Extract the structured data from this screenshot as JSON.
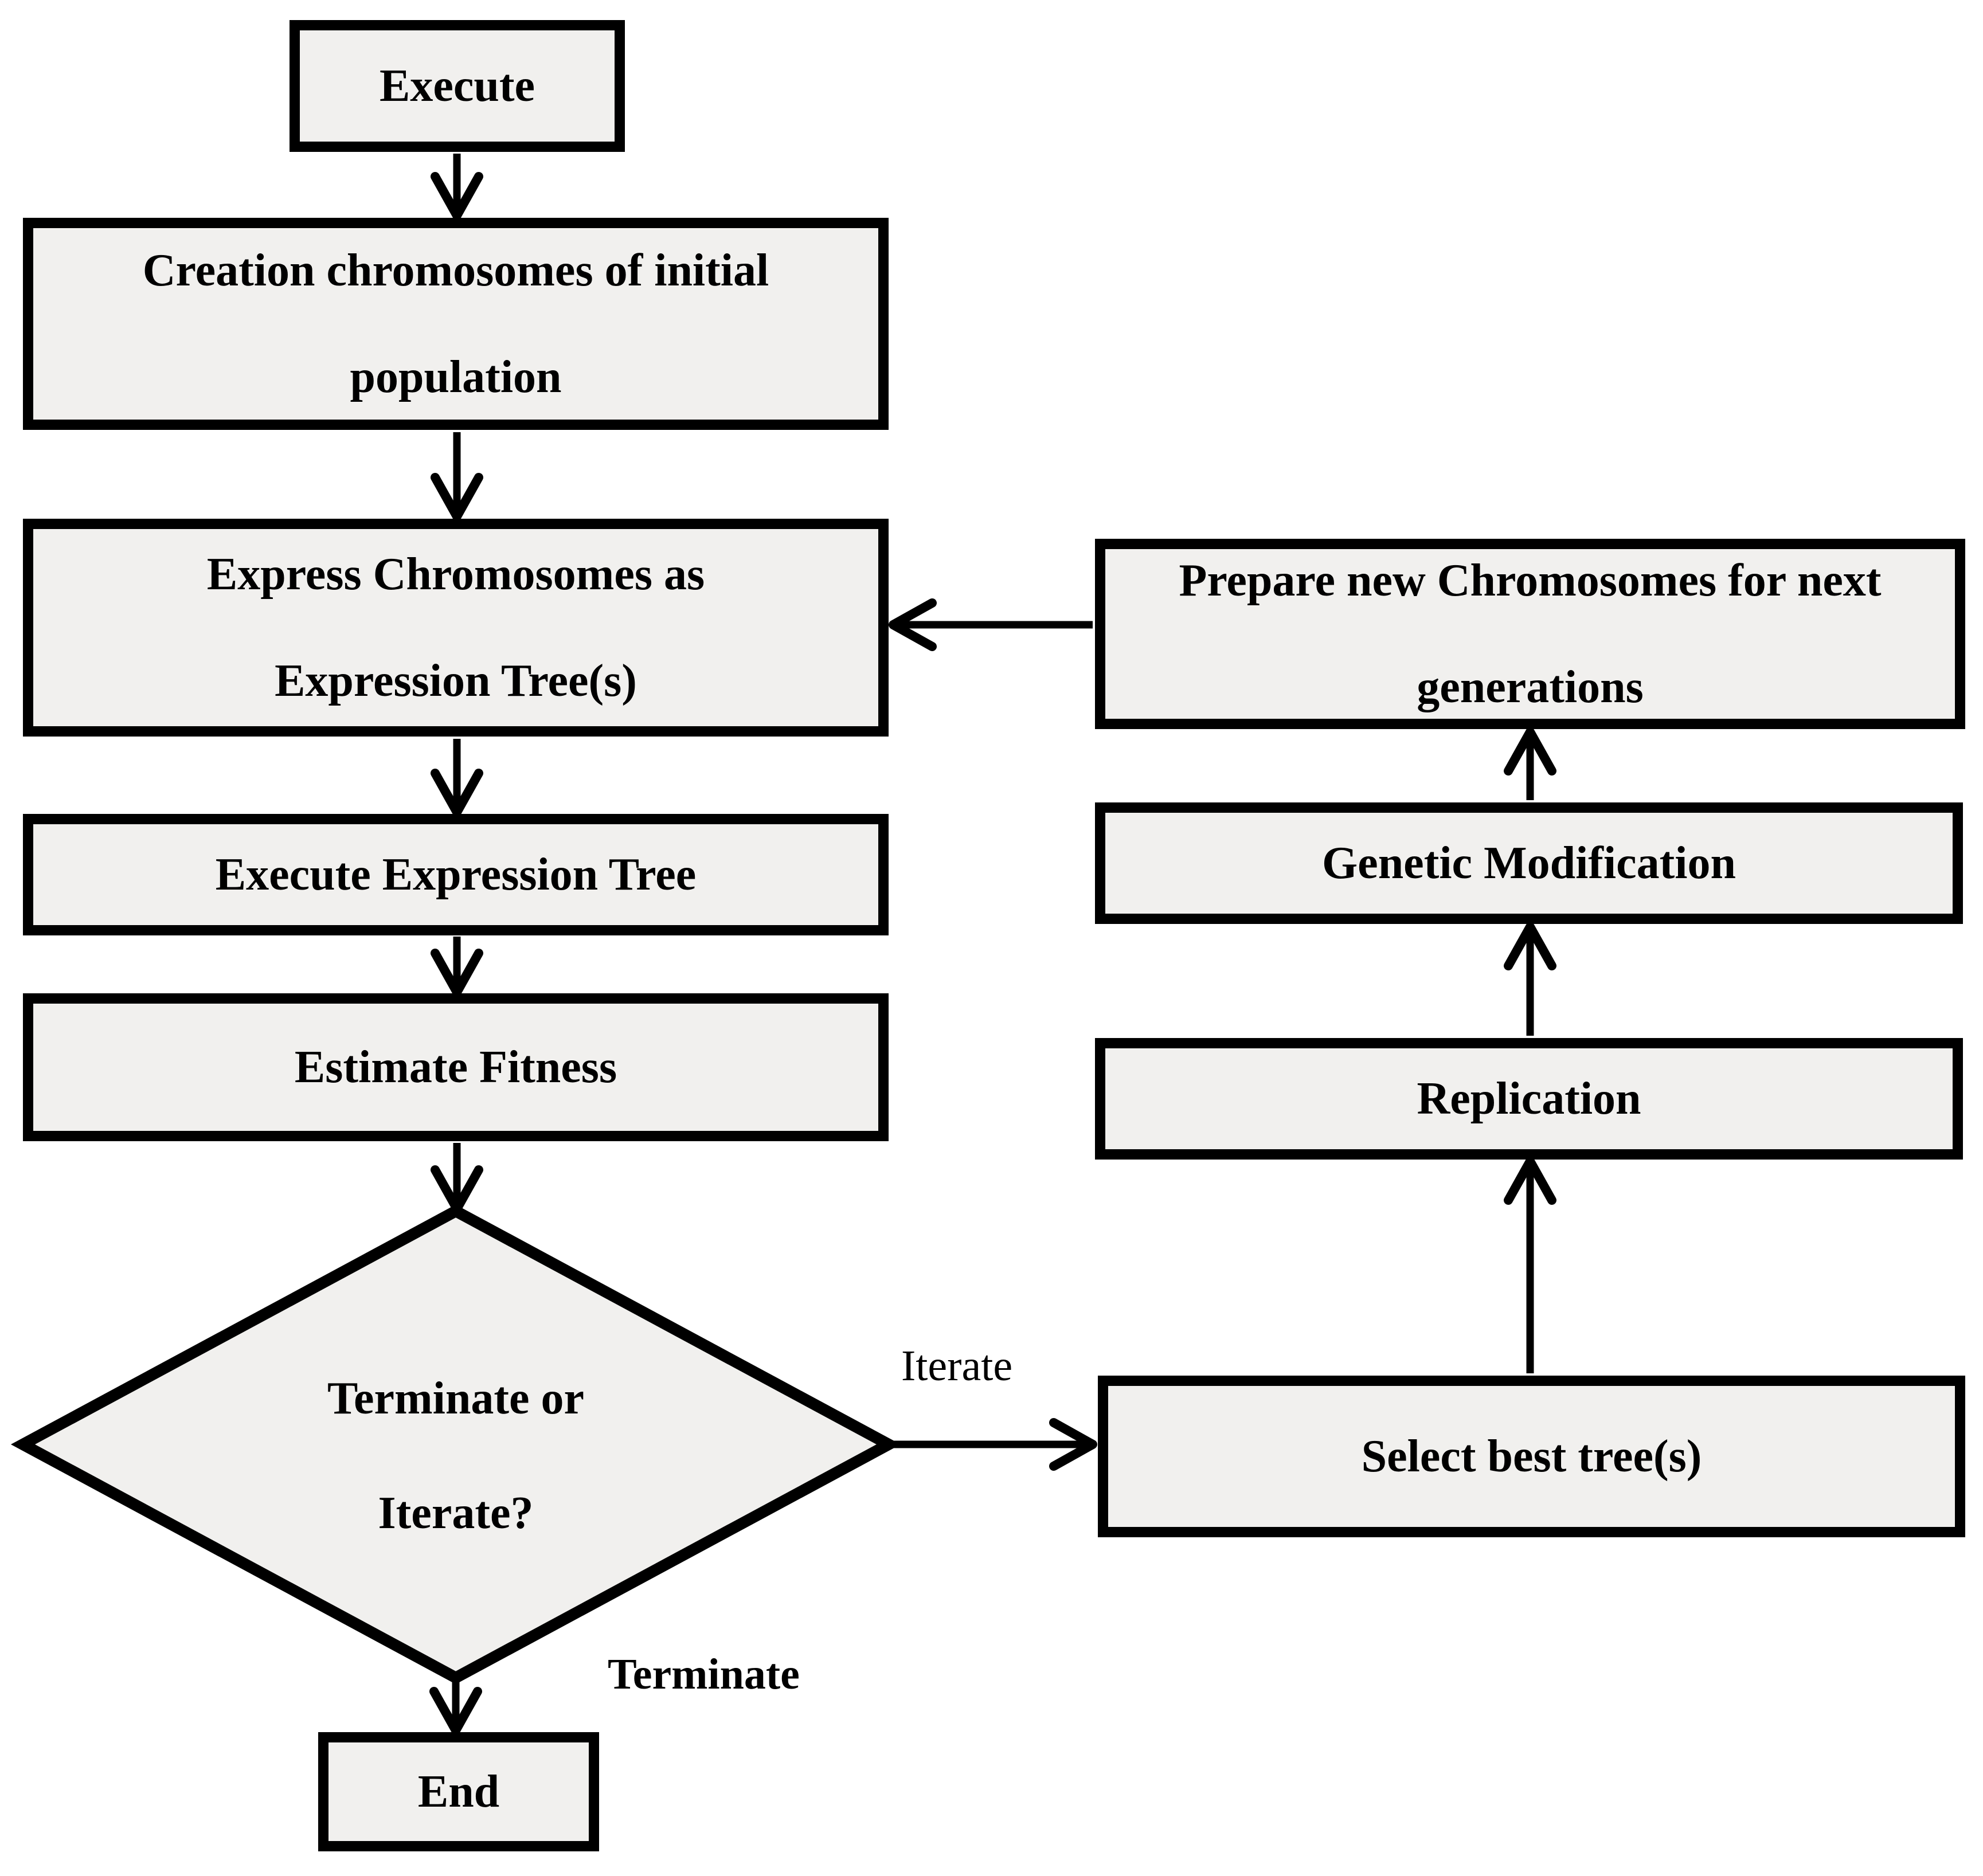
{
  "title": "Gene expression programming flowchart",
  "nodes": {
    "execute": {
      "lines": [
        "Execute"
      ]
    },
    "creation": {
      "lines": [
        "Creation chromosomes of initial",
        "population"
      ]
    },
    "express": {
      "lines": [
        "Express Chromosomes as",
        "Expression Tree(s)"
      ]
    },
    "execute_tree": {
      "lines": [
        "Execute Expression Tree"
      ]
    },
    "estimate": {
      "lines": [
        "Estimate Fitness"
      ]
    },
    "decision": {
      "lines": [
        "Terminate or",
        "Iterate?"
      ]
    },
    "end": {
      "lines": [
        "End"
      ]
    },
    "select": {
      "lines": [
        "Select best tree(s)"
      ]
    },
    "replication": {
      "lines": [
        "Replication"
      ]
    },
    "genetic_modification": {
      "lines": [
        "Genetic Modification"
      ]
    },
    "prepare": {
      "lines": [
        "Prepare new Chromosomes for next",
        "generations"
      ]
    }
  },
  "edge_labels": {
    "iterate": "Iterate",
    "terminate": "Terminate"
  },
  "edges": [
    {
      "from": "execute",
      "to": "creation"
    },
    {
      "from": "creation",
      "to": "express"
    },
    {
      "from": "express",
      "to": "execute_tree"
    },
    {
      "from": "execute_tree",
      "to": "estimate"
    },
    {
      "from": "estimate",
      "to": "decision"
    },
    {
      "from": "decision",
      "to": "end",
      "label": "Terminate"
    },
    {
      "from": "decision",
      "to": "select",
      "label": "Iterate"
    },
    {
      "from": "select",
      "to": "replication"
    },
    {
      "from": "replication",
      "to": "genetic_modification"
    },
    {
      "from": "genetic_modification",
      "to": "prepare"
    },
    {
      "from": "prepare",
      "to": "express"
    }
  ],
  "colors": {
    "node_fill": "#f1f0ee",
    "stroke": "#000000",
    "background": "#ffffff"
  }
}
